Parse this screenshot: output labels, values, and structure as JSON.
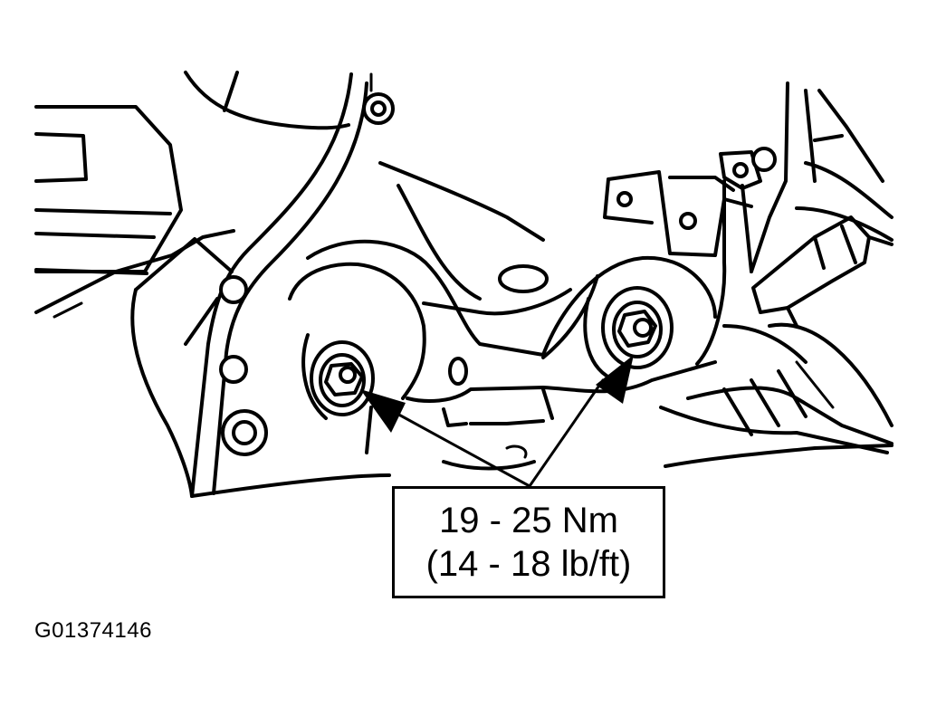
{
  "callout": {
    "torque_nm": "19 - 25 Nm",
    "torque_lbft": "(14 - 18 lb/ft)"
  },
  "figure": {
    "id": "G01374146"
  },
  "parts": [
    {
      "name": "mount-bolt-left",
      "label": "bolt"
    },
    {
      "name": "mount-bolt-right",
      "label": "bolt"
    }
  ]
}
